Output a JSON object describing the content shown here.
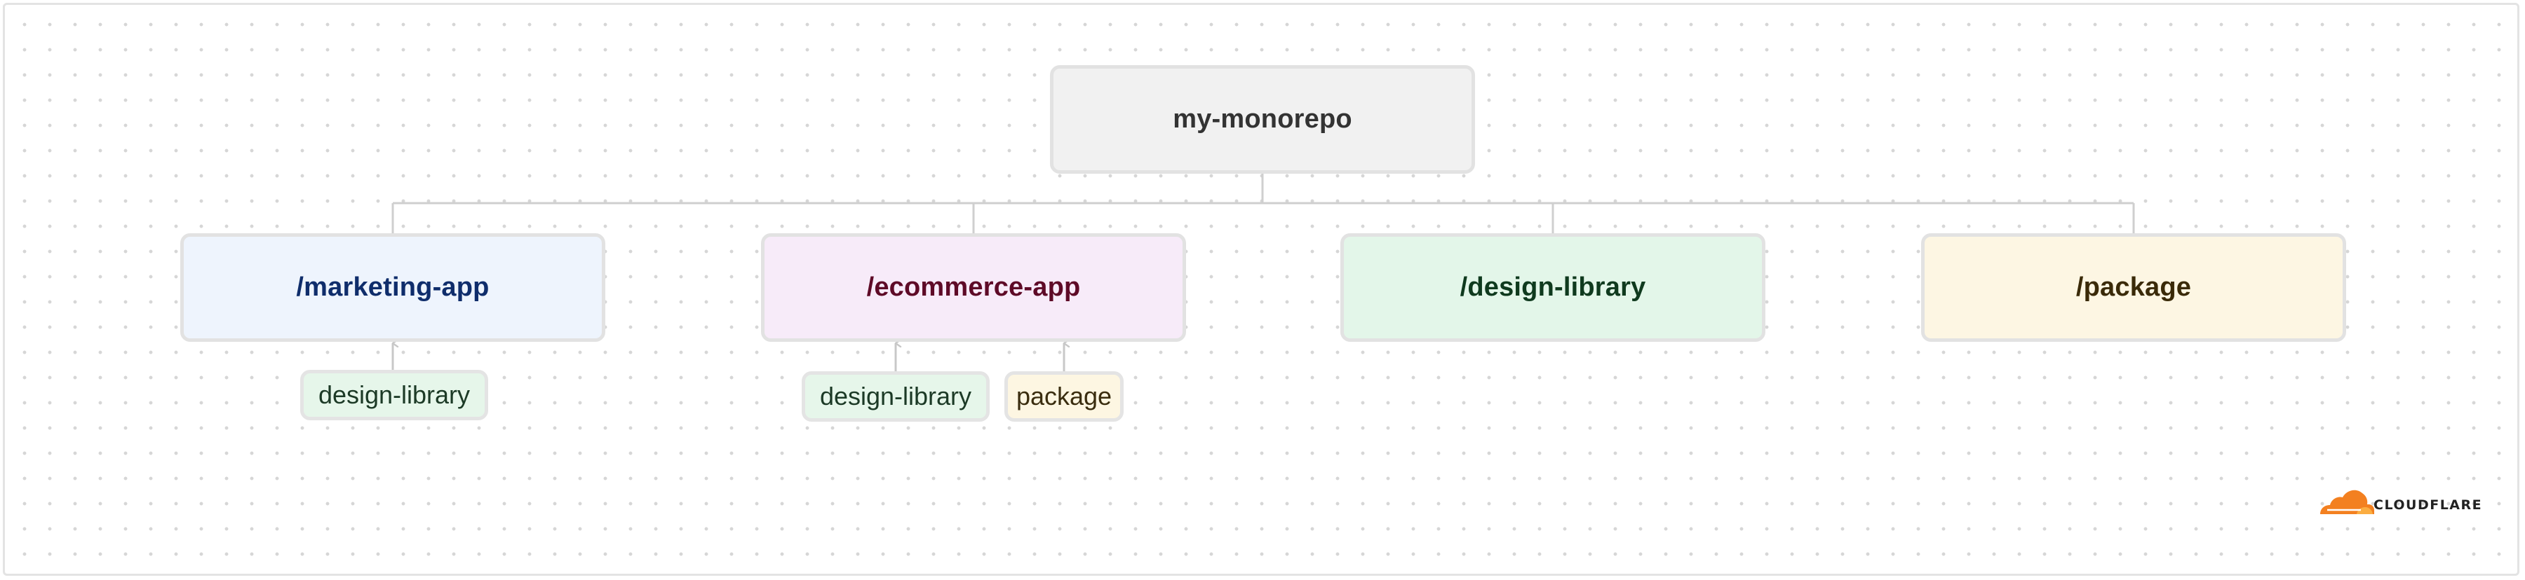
{
  "root": {
    "label": "my-monorepo",
    "bg_color": "#f1f1f1",
    "text_color": "#333333"
  },
  "packages": [
    {
      "label": "/marketing-app",
      "bg_color": "#eef4fd",
      "text_color": "#0f2d6b",
      "dependencies": [
        {
          "label": "design-library",
          "bg_color": "#e6f6ea",
          "text_color": "#1c3a26"
        }
      ]
    },
    {
      "label": "/ecommerce-app",
      "bg_color": "#f7ebf9",
      "text_color": "#5e0a27",
      "dependencies": [
        {
          "label": "design-library",
          "bg_color": "#e6f6ea",
          "text_color": "#1c3a26"
        },
        {
          "label": "package",
          "bg_color": "#fdf6e2",
          "text_color": "#3a2d0f"
        }
      ]
    },
    {
      "label": "/design-library",
      "bg_color": "#e3f6e9",
      "text_color": "#0f3a1e",
      "dependencies": []
    },
    {
      "label": "/package",
      "bg_color": "#fdf6e3",
      "text_color": "#3a2a08",
      "dependencies": []
    }
  ],
  "logo": {
    "text": "CLOUDFLARE",
    "icon": "cloudflare-cloud-icon",
    "color": "#f38020"
  },
  "connector_color": "#cfcfcf"
}
